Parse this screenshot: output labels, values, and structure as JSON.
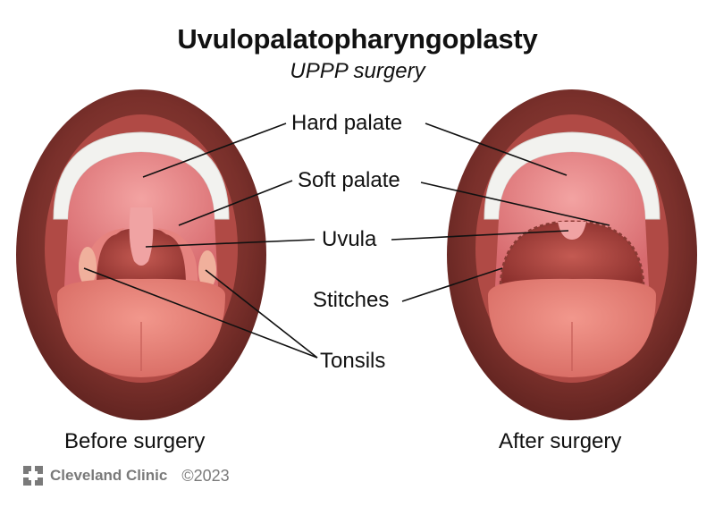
{
  "header": {
    "title": "Uvulopalatopharyngoplasty",
    "subtitle": "UPPP surgery"
  },
  "labels": {
    "hard_palate": "Hard palate",
    "soft_palate": "Soft palate",
    "uvula": "Uvula",
    "stitches": "Stitches",
    "tonsils": "Tonsils"
  },
  "panels": [
    {
      "caption": "Before surgery"
    },
    {
      "caption": "After surgery"
    }
  ],
  "footer": {
    "brand": "Cleveland Clinic",
    "copyright": "©2023",
    "logo_icon": "cleveland-clinic-cross-logo"
  },
  "colors": {
    "lip": "#6e2a26",
    "lip_inner": "#8a3a34",
    "palate": "#e98a8c",
    "throat": "#a8443f",
    "tongue": "#e9847a",
    "teeth": "#f2f2ef",
    "leader_line": "#111111",
    "footer_gray": "#7a7a7a"
  }
}
